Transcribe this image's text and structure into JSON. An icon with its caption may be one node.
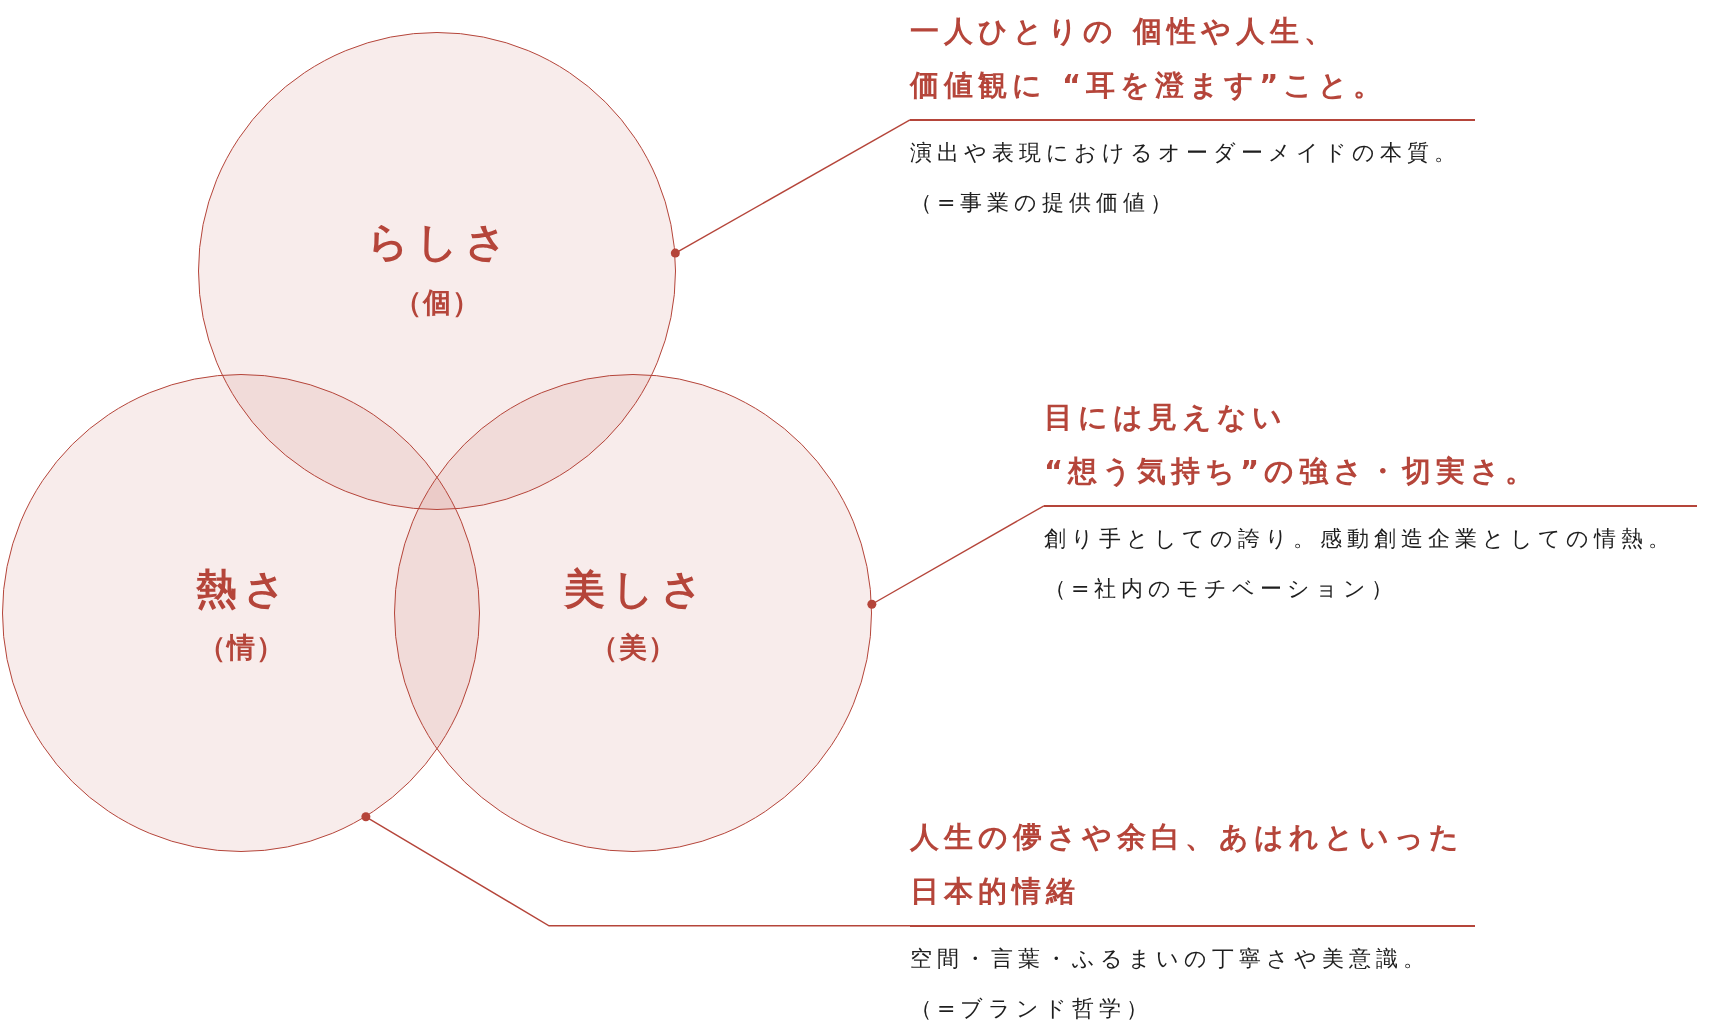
{
  "diagram": {
    "nodes": [
      {
        "text": [
          "らしさ",
          "（個）"
        ]
      },
      {
        "text": [
          "熱さ",
          "（情）"
        ]
      },
      {
        "text": [
          "美しさ",
          "（美）"
        ]
      },
      {
        "text": [
          "一人ひとりの 個性や人生、価値観に “耳を澄ます”こと。",
          "演出や表現におけるオーダーメイドの本質。",
          "（=事業の提供価値）"
        ]
      },
      {
        "text": [
          "目には見えない“想う気持ち”の強さ・切実さ。",
          "創り手としての誇り。感動創造企業としての情熱。",
          "（=社内のモチベーション）"
        ]
      },
      {
        "text": [
          "人生の儚さや余白、あはれといった日本的情緒",
          "空間・言葉・ふるまいの丁寧さや美意識。",
          "（=ブランド哲学）"
        ]
      }
    ],
    "edges": [
      {
        "from": 3,
        "to": 0,
        "arrow": "other"
      },
      {
        "from": 4,
        "to": 2,
        "arrow": "other"
      },
      {
        "from": 5,
        "to": 1,
        "arrow": "other"
      }
    ]
  }
}
